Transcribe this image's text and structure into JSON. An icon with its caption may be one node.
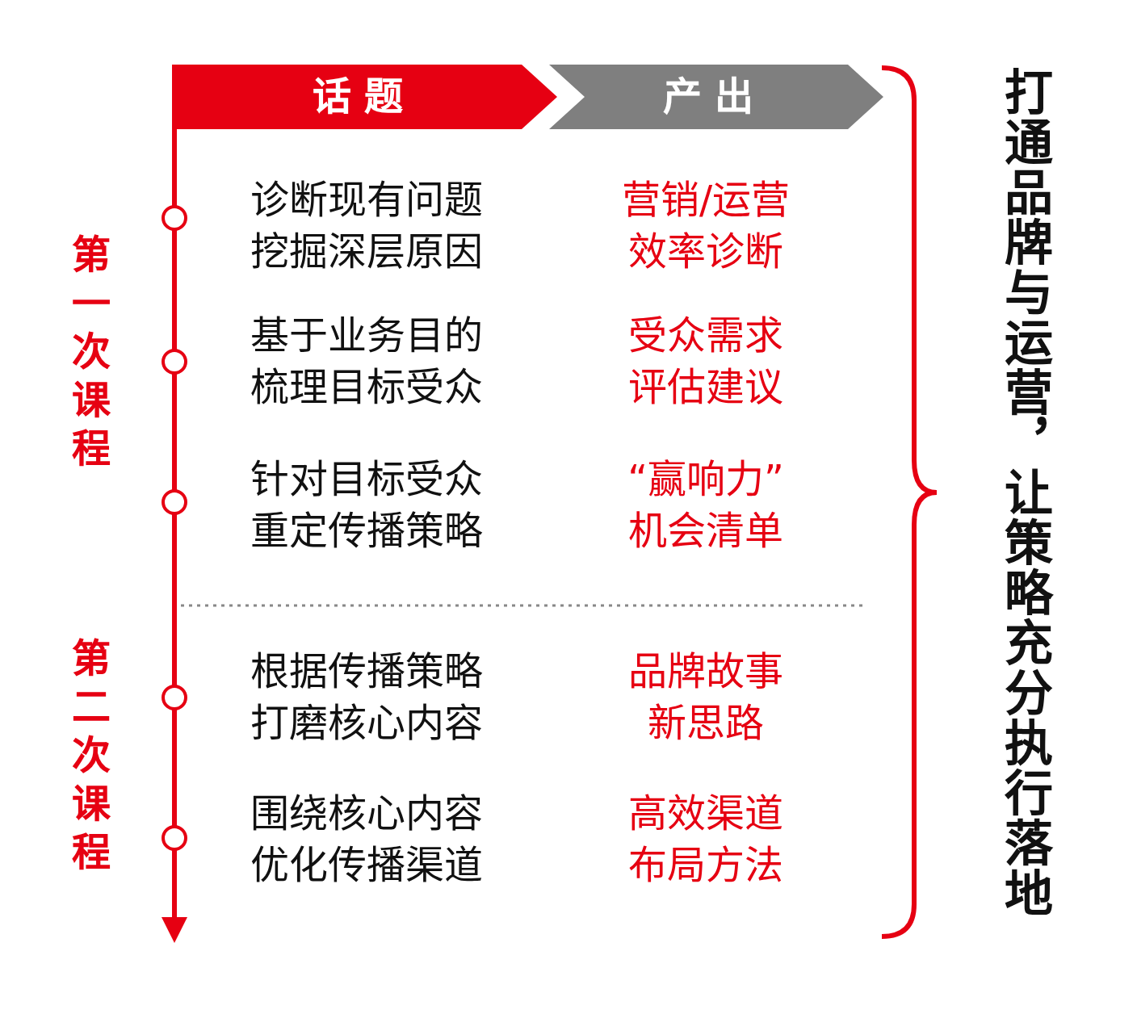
{
  "diagram": {
    "nodes": [
      {
        "text": [
          "话 题"
        ]
      },
      {
        "text": [
          "产 出"
        ]
      },
      {
        "text": [
          "诊断现有问题挖掘深层原因"
        ]
      },
      {
        "text": [
          "基于业务目的梳理目标受众"
        ]
      },
      {
        "text": [
          "针对目标受众重定传播策略"
        ]
      },
      {
        "text": [
          "根据传播策略打磨核心内容"
        ]
      },
      {
        "text": [
          "围绕核心内容优化传播渠道"
        ]
      },
      {
        "text": [
          "营销/运营效率诊断"
        ]
      },
      {
        "text": [
          "受众需求评估建议"
        ]
      },
      {
        "text": [
          "“赢响力”机会清单"
        ]
      },
      {
        "text": [
          "品牌故事新思路"
        ]
      },
      {
        "text": [
          "高效渠道布局方法"
        ]
      }
    ],
    "labels": [
      "第一次课程",
      "第二次课程",
      "打通品牌与运营，让策略充分执行落地"
    ]
  }
}
